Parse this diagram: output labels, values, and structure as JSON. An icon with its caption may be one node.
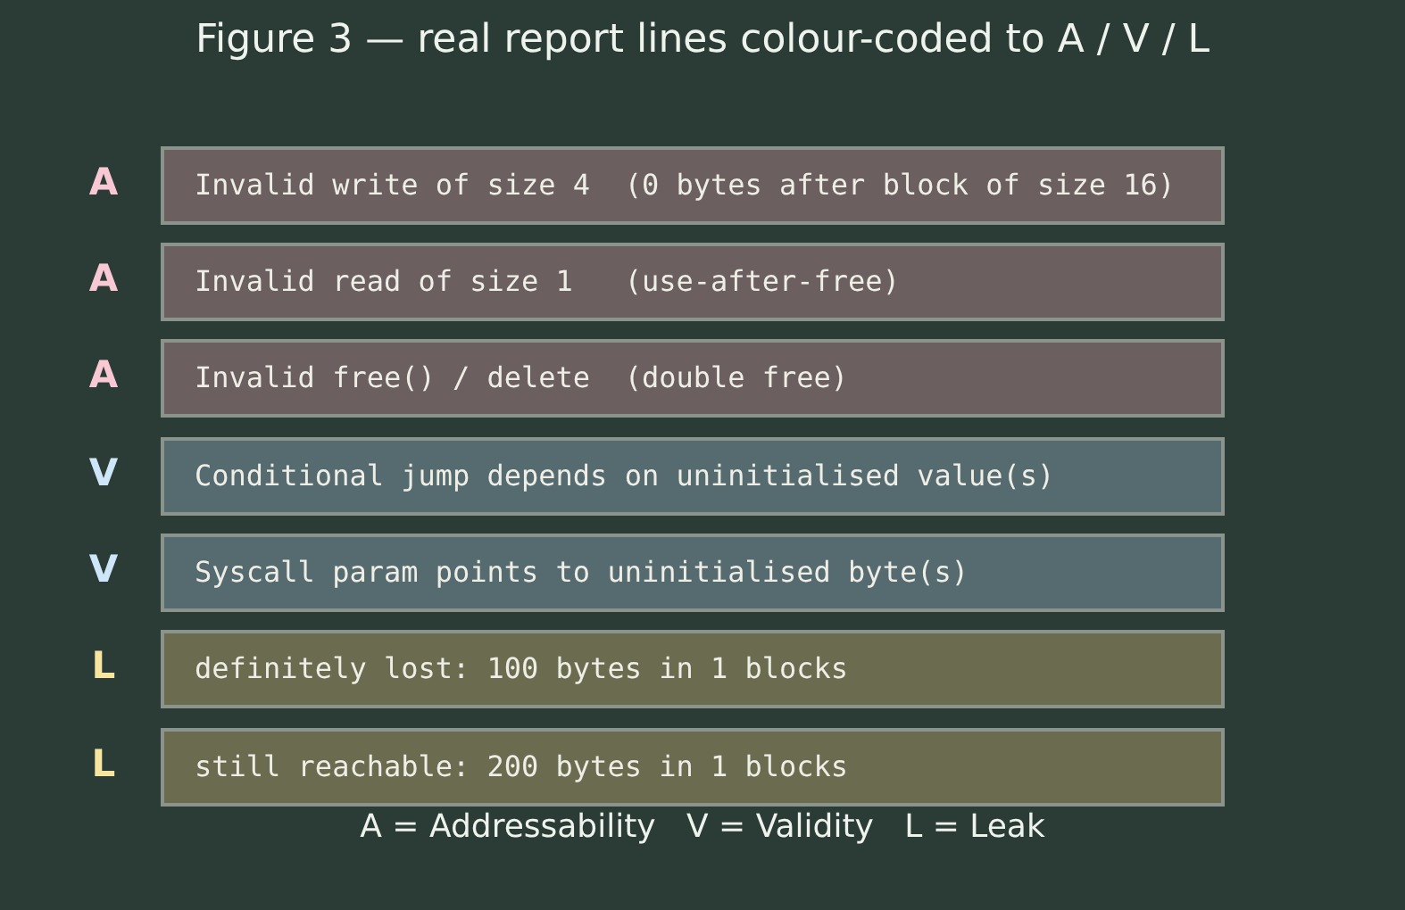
{
  "diagram": {
    "title": "Figure 3 — real report lines colour-coded to A / V / L",
    "nodes": [
      {
        "text": [
          "Invalid write of size 4  (0 bytes after block of size 16)"
        ],
        "beside": [
          "A"
        ]
      },
      {
        "text": [
          "Invalid read of size 1   (use-after-free)"
        ],
        "beside": [
          "A"
        ]
      },
      {
        "text": [
          "Invalid free() / delete  (double free)"
        ],
        "beside": [
          "A"
        ]
      },
      {
        "text": [
          "Conditional jump depends on uninitialised value(s)"
        ],
        "beside": [
          "V"
        ]
      },
      {
        "text": [
          "Syscall param points to uninitialised byte(s)"
        ],
        "beside": [
          "V"
        ]
      },
      {
        "text": [
          "definitely lost: 100 bytes in 1 blocks"
        ],
        "beside": [
          "L"
        ]
      },
      {
        "text": [
          "still reachable: 200 bytes in 1 blocks"
        ],
        "beside": [
          "L"
        ]
      }
    ],
    "labels": [
      "A = Addressability   V = Validity   L = Leak"
    ]
  }
}
